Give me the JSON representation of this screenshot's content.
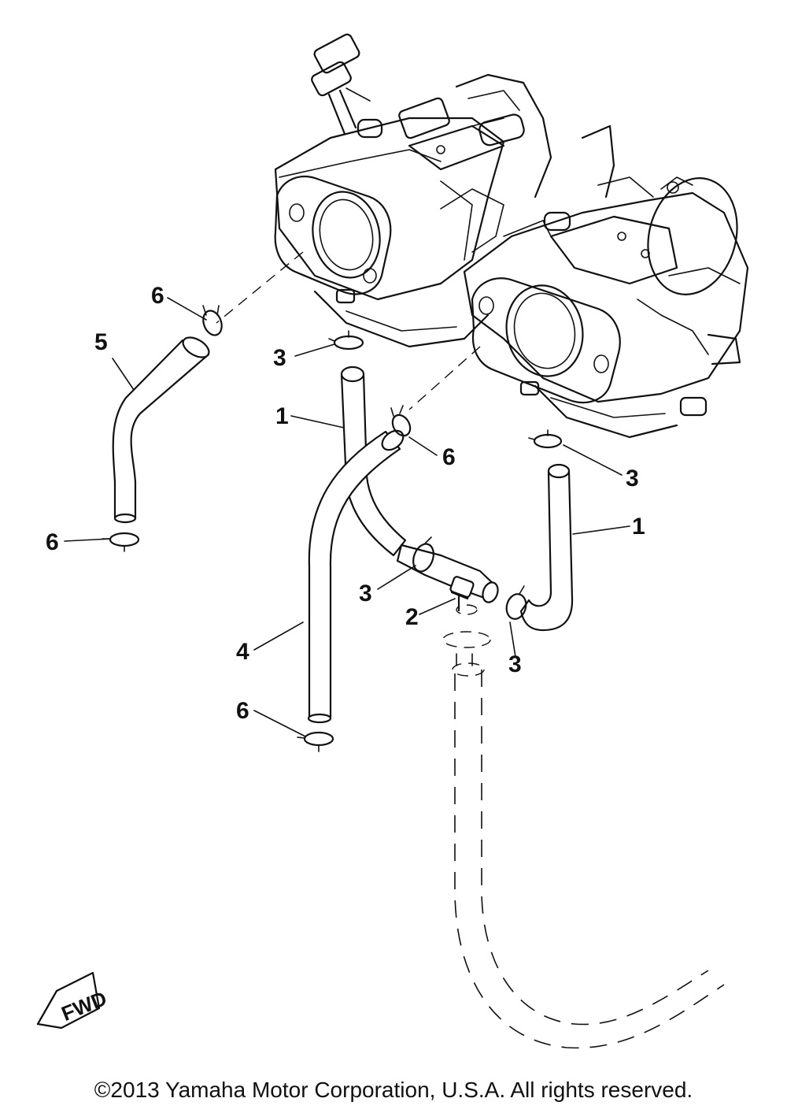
{
  "callouts": [
    {
      "id": "1a",
      "text": "1"
    },
    {
      "id": "1b",
      "text": "1"
    },
    {
      "id": "2a",
      "text": "2"
    },
    {
      "id": "3a",
      "text": "3"
    },
    {
      "id": "3b",
      "text": "3"
    },
    {
      "id": "3c",
      "text": "3"
    },
    {
      "id": "3d",
      "text": "3"
    },
    {
      "id": "4a",
      "text": "4"
    },
    {
      "id": "5a",
      "text": "5"
    },
    {
      "id": "6a",
      "text": "6"
    },
    {
      "id": "6b",
      "text": "6"
    },
    {
      "id": "6c",
      "text": "6"
    },
    {
      "id": "6d",
      "text": "6"
    }
  ],
  "fwd_label": "FWD",
  "copyright": "©2013 Yamaha Motor Corporation, U.S.A. All rights reserved."
}
